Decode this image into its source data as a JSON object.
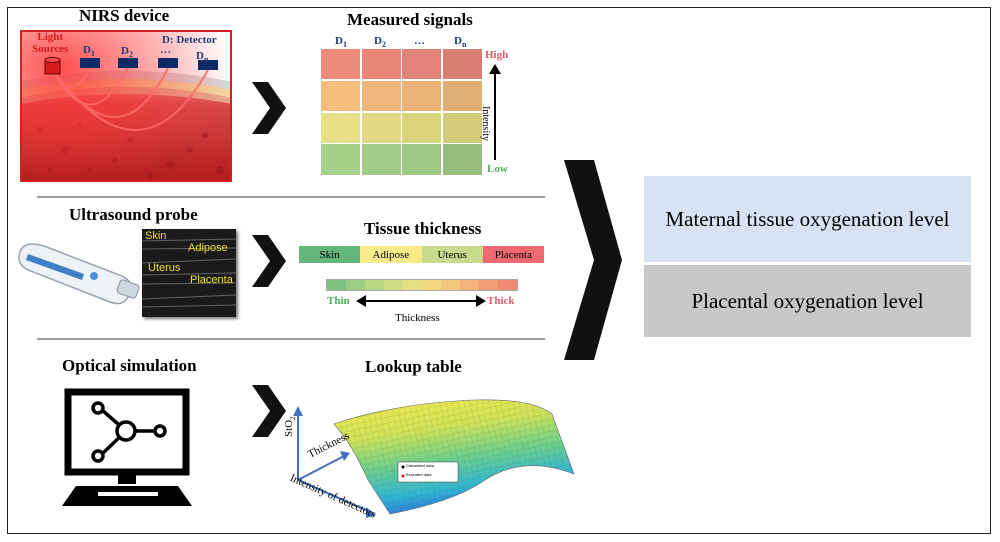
{
  "nirs": {
    "title": "NIRS device",
    "light_sources": [
      "Light",
      "Sources"
    ],
    "detector_note": "D: Detector",
    "detectors": [
      {
        "main": "D",
        "sub": "1"
      },
      {
        "main": "D",
        "sub": "2"
      },
      {
        "main": "…",
        "sub": ""
      },
      {
        "main": "D",
        "sub": "n"
      }
    ]
  },
  "signals": {
    "title": "Measured signals",
    "columns": [
      {
        "main": "D",
        "sub": "1"
      },
      {
        "main": "D",
        "sub": "2"
      },
      {
        "main": "…",
        "sub": ""
      },
      {
        "main": "D",
        "sub": "n"
      }
    ],
    "high_label": "High",
    "low_label": "Low",
    "intensity_label": "Intensity",
    "row_colors": [
      "#ef8a7e",
      "#f6be7e",
      "#e7df86",
      "#a6d18a"
    ],
    "col_shades": [
      0,
      0.03,
      0.05,
      0.09
    ]
  },
  "ultrasound": {
    "title": "Ultrasound probe",
    "image_labels": [
      "Skin",
      "Adipose",
      "Uterus",
      "Placenta"
    ]
  },
  "tissue": {
    "title": "Tissue thickness",
    "segments": [
      {
        "label": "Skin",
        "color": "#64b77a"
      },
      {
        "label": "Adipose",
        "color": "#f9ea8a"
      },
      {
        "label": "Uterus",
        "color": "#c6db8c"
      },
      {
        "label": "Placenta",
        "color": "#ee6a70"
      }
    ],
    "scale_colors": [
      "#7dc380",
      "#9bcd82",
      "#b8d684",
      "#cedc86",
      "#e6df86",
      "#f4d580",
      "#f6c57c",
      "#f5b278",
      "#f19d74",
      "#ee8a6f"
    ],
    "thin_label": "Thin",
    "thick_label": "Thick",
    "thickness_label": "Thickness"
  },
  "simulation": {
    "title": "Optical simulation"
  },
  "lookup": {
    "title": "Lookup table",
    "axis_sto2": "StO",
    "axis_sto2_sub": "2",
    "axis_thickness": "Thickness",
    "axis_intensity": "Intensity of detectors",
    "legend": [
      "Calculated data",
      "Excluded data"
    ]
  },
  "results": {
    "maternal": "Maternal tissue oxygenation level",
    "placental": "Placental oxygenation level",
    "maternal_color": "#d7e3f3",
    "placental_color": "#c8c8c8"
  }
}
